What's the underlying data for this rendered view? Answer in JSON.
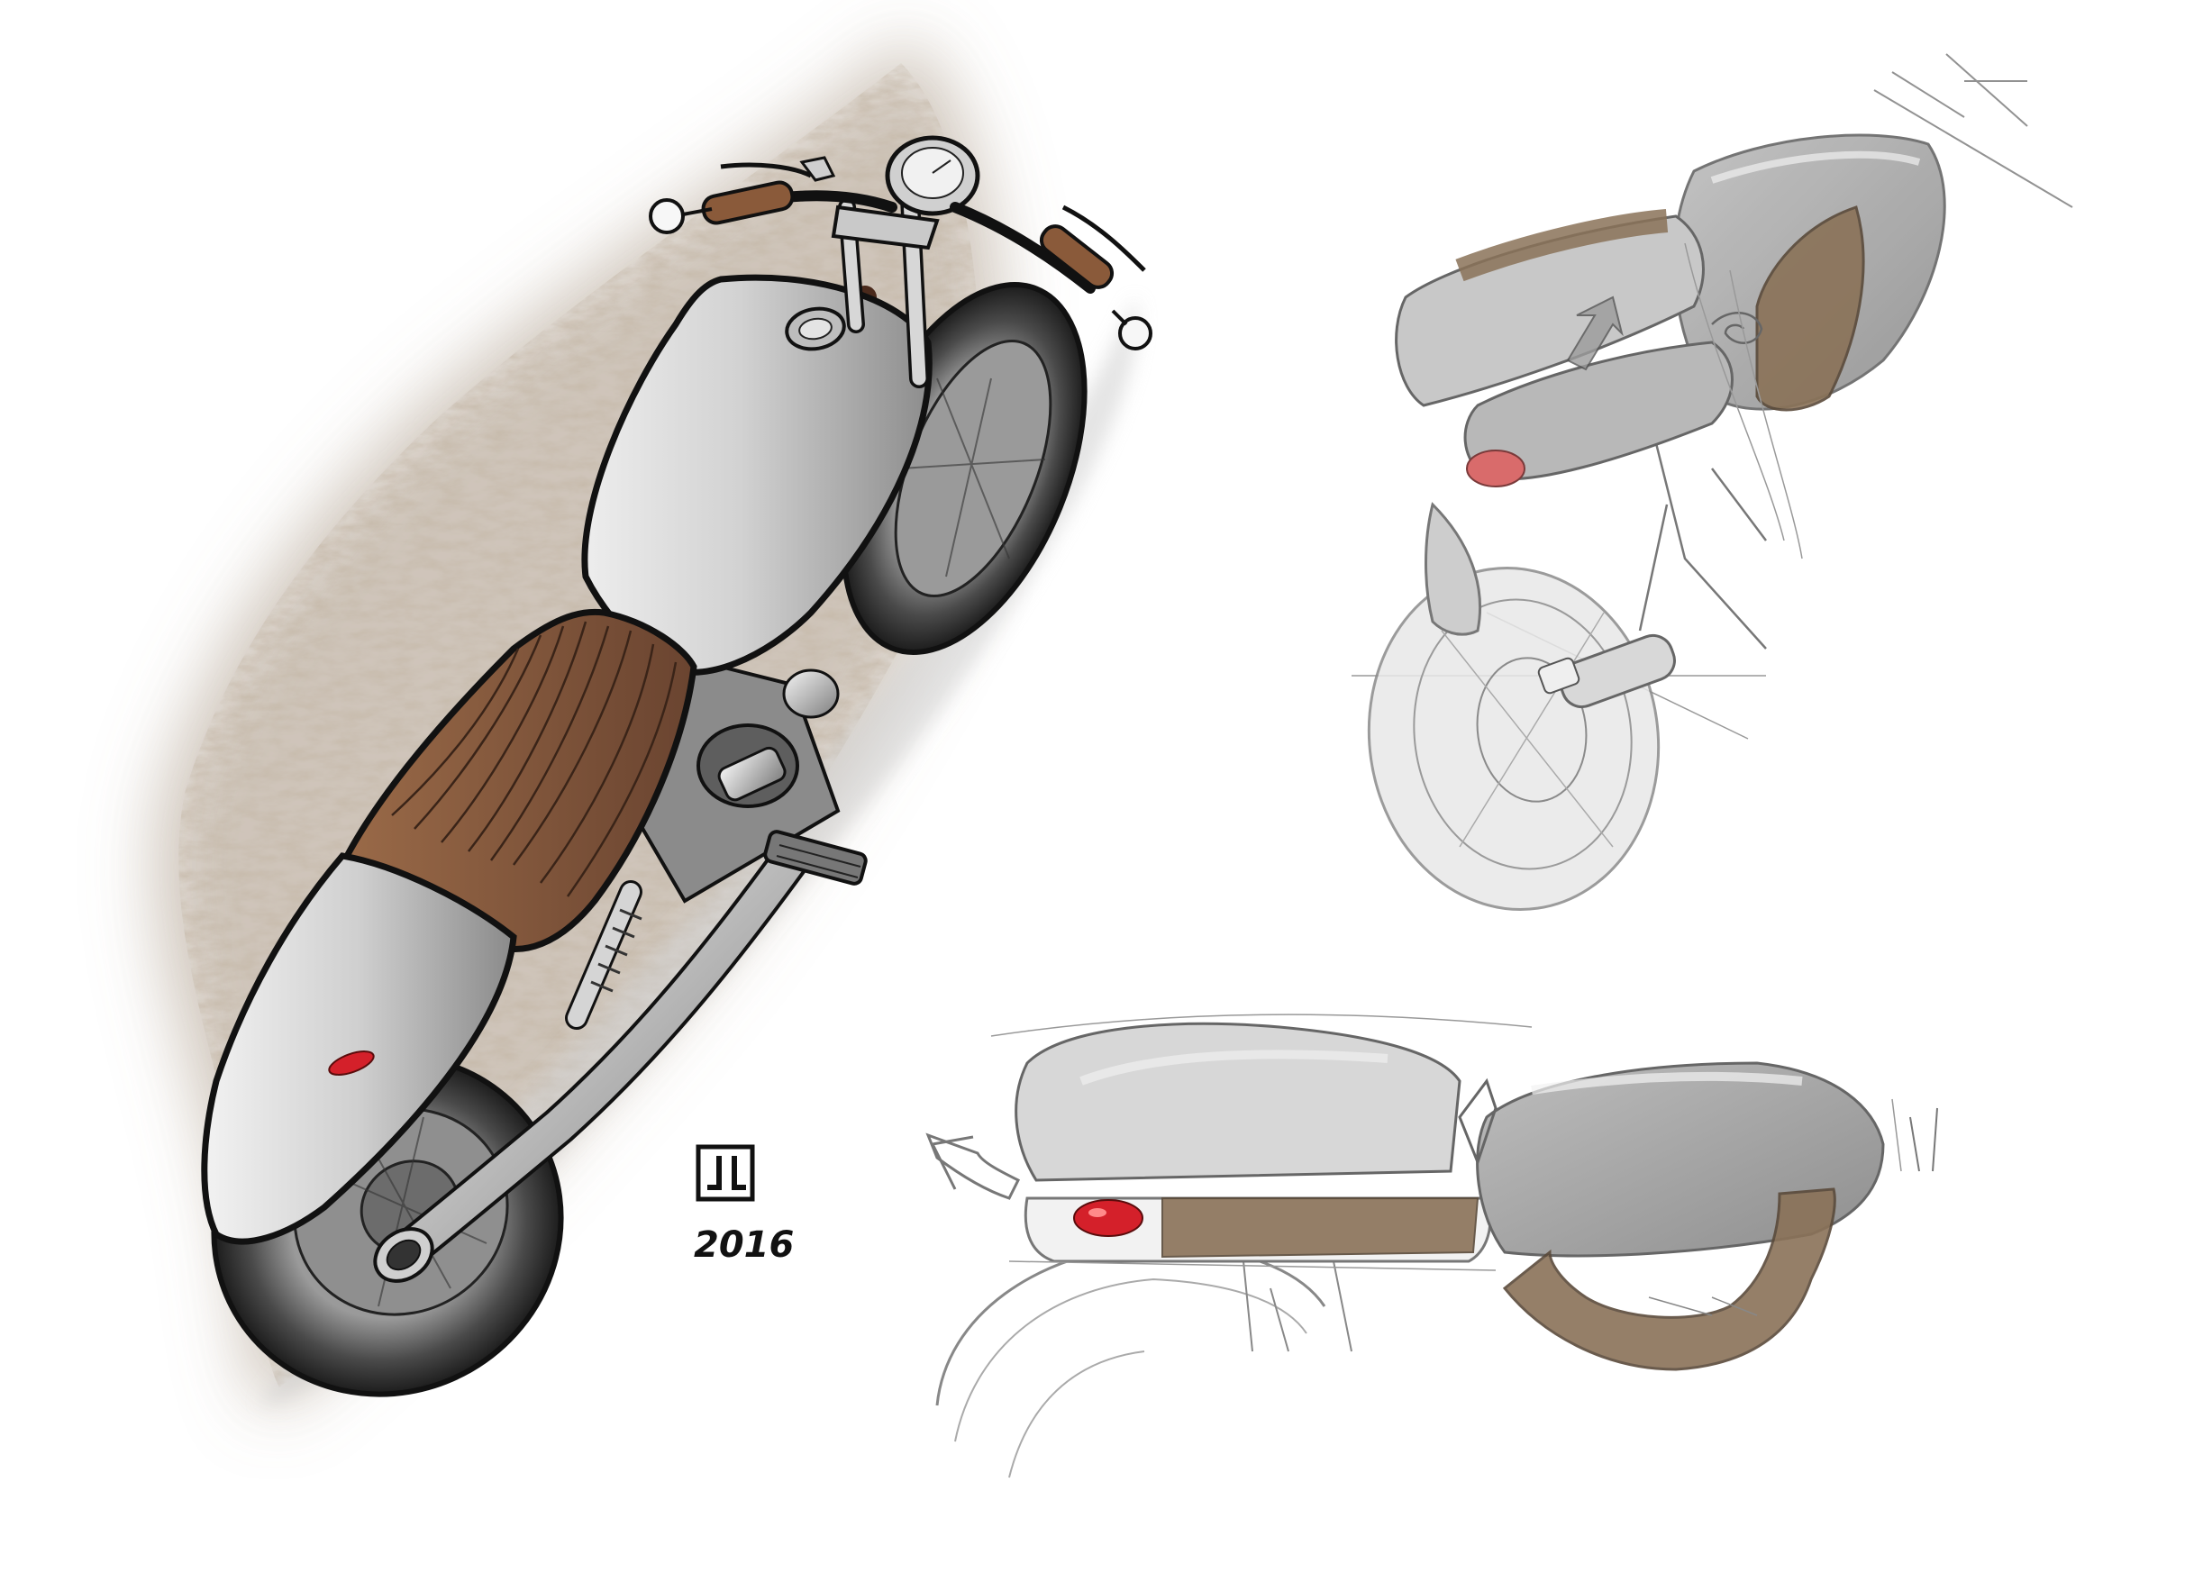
{
  "artwork": {
    "signature": {
      "monogram": "JL",
      "year": "2016"
    },
    "colors": {
      "background": "#ffffff",
      "texture": "#8a7560",
      "body": "#c9c9c9",
      "seat": "#7a5238",
      "leather": "#8a7258",
      "taillight": "#d4202a",
      "ink": "#1a1a1a",
      "pencil": "#777777"
    },
    "sketches": [
      {
        "id": "main-motorcycle-illustration"
      },
      {
        "id": "rear-three-quarter-sketch"
      },
      {
        "id": "tail-section-sketch"
      }
    ]
  }
}
